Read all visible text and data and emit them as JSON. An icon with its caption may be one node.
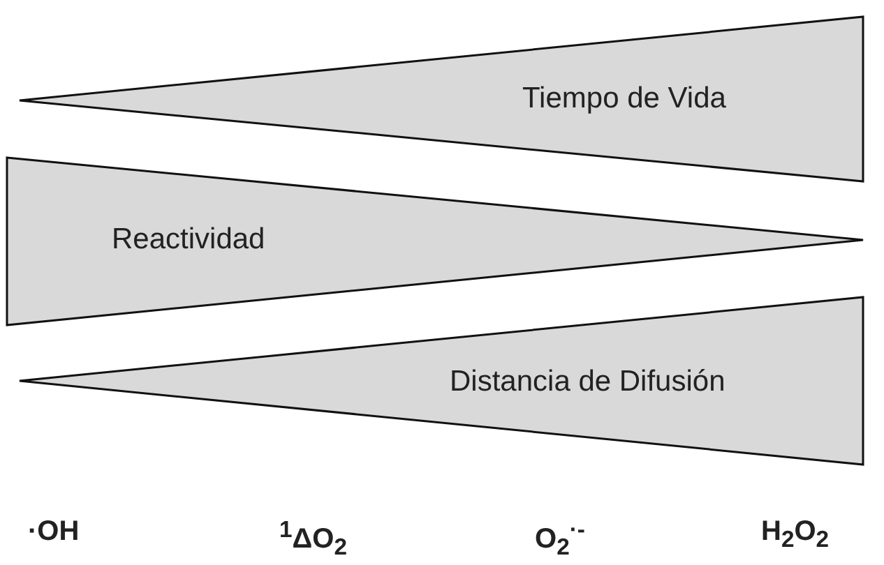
{
  "diagram": {
    "nodes": [
      {
        "text": [
          "Tiempo de Vida"
        ]
      },
      {
        "text": [
          "Reactividad"
        ]
      },
      {
        "text": [
          "Distancia de Difusión"
        ]
      }
    ],
    "labels": [
      "·OH",
      "$^{1}$ΔO$_{2}$",
      "O$_{2}$$^{·-}$",
      "H$_{2}$O$_{2}$"
    ]
  }
}
